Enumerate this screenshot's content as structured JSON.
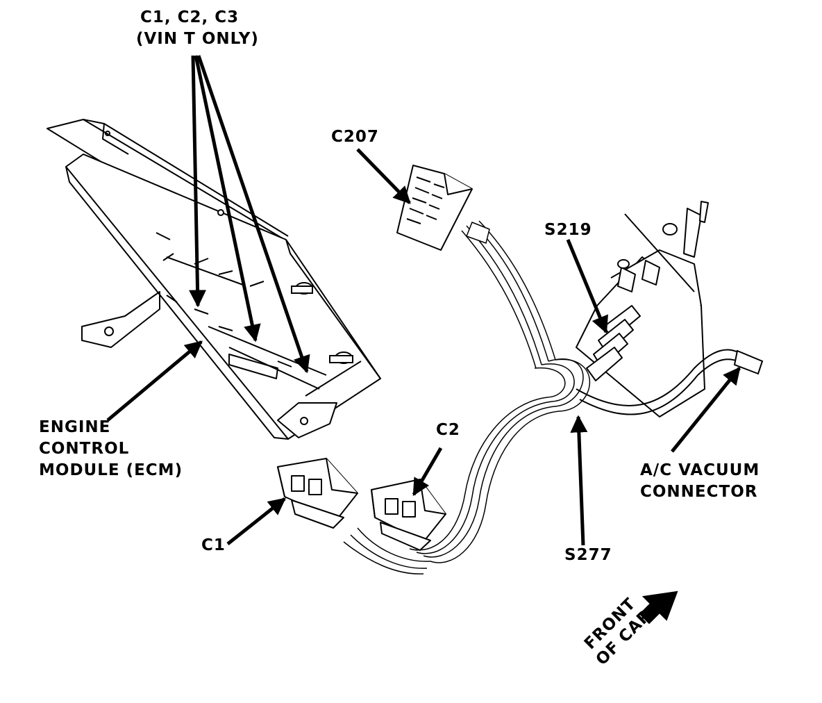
{
  "labels": {
    "c1_c2_c3": {
      "line1": "C1, C2, C3",
      "line2": "(VIN T ONLY)"
    },
    "c207": "C207",
    "s219": "S219",
    "ecm": {
      "line1": "ENGINE",
      "line2": "CONTROL",
      "line3": "MODULE (ECM)"
    },
    "c2": "C2",
    "c1": "C1",
    "s277": "S277",
    "ac_vacuum": {
      "line1": "A/C VACUUM",
      "line2": "CONNECTOR"
    },
    "front_of_car": {
      "line1": "FRONT",
      "line2": "OF CAR"
    }
  },
  "colors": {
    "ink": "#000000",
    "paper": "#ffffff"
  }
}
